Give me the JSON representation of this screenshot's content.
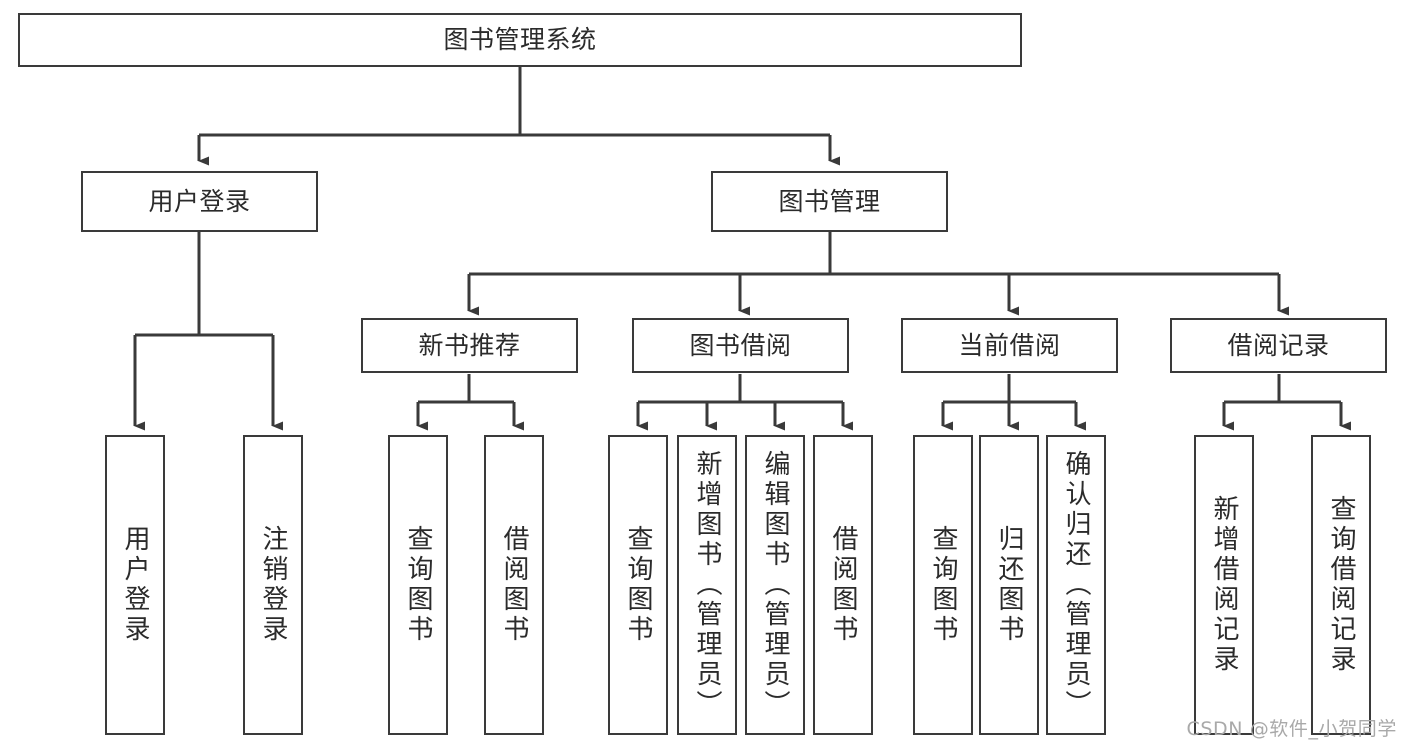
{
  "diagram": {
    "title": "图书管理系统",
    "type": "tree-hierarchy",
    "orientation": "top-down",
    "colors": {
      "box_border": "#3a3a3a",
      "box_fill": "#ffffff",
      "connector": "#3a3a3a",
      "text": "#2b2b2b",
      "watermark": "#a9a9a9",
      "background": "#ffffff"
    },
    "root": {
      "label": "图书管理系统"
    },
    "level1": [
      {
        "id": "user-login",
        "label": "用户登录"
      },
      {
        "id": "book-management",
        "label": "图书管理"
      }
    ],
    "level2": [
      {
        "id": "new-book-recommend",
        "label": "新书推荐",
        "parent": "book-management"
      },
      {
        "id": "book-borrow",
        "label": "图书借阅",
        "parent": "book-management"
      },
      {
        "id": "current-borrow",
        "label": "当前借阅",
        "parent": "book-management"
      },
      {
        "id": "borrow-record",
        "label": "借阅记录",
        "parent": "book-management"
      }
    ],
    "leaves": {
      "user-login": [
        {
          "id": "leaf-user-login",
          "label": "用户登录"
        },
        {
          "id": "leaf-logout-login",
          "label": "注销登录"
        }
      ],
      "new-book-recommend": [
        {
          "id": "leaf-query-book-1",
          "label": "查询图书"
        },
        {
          "id": "leaf-borrow-book-1",
          "label": "借阅图书"
        }
      ],
      "book-borrow": [
        {
          "id": "leaf-query-book-2",
          "label": "查询图书"
        },
        {
          "id": "leaf-add-book",
          "label": "新增图书（管理员）"
        },
        {
          "id": "leaf-edit-book",
          "label": "编辑图书（管理员）"
        },
        {
          "id": "leaf-borrow-book-2",
          "label": "借阅图书"
        }
      ],
      "current-borrow": [
        {
          "id": "leaf-query-book-3",
          "label": "查询图书"
        },
        {
          "id": "leaf-return-book",
          "label": "归还图书"
        },
        {
          "id": "leaf-confirm-return",
          "label": "确认归还（管理员）"
        }
      ],
      "borrow-record": [
        {
          "id": "leaf-add-record",
          "label": "新增借阅记录"
        },
        {
          "id": "leaf-query-record",
          "label": "查询借阅记录"
        }
      ]
    },
    "watermark": "CSDN @软件_小贺同学"
  }
}
